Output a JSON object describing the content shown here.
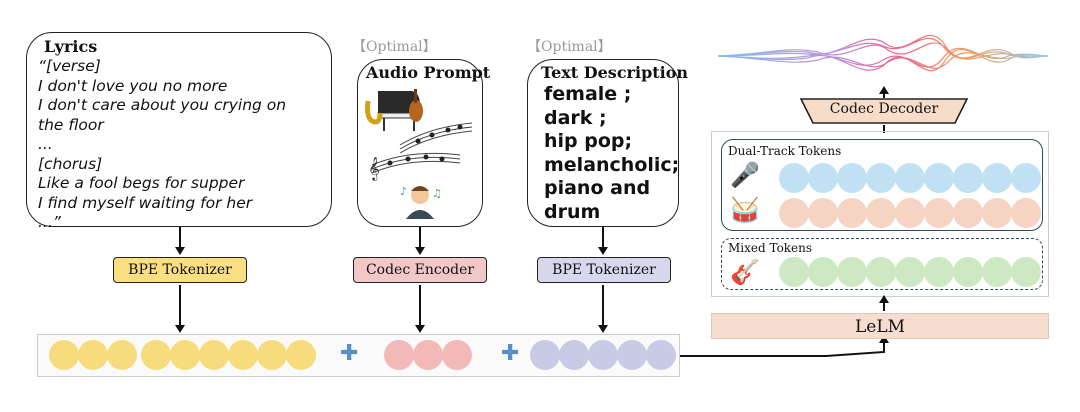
{
  "lyrics": {
    "title": "Lyrics",
    "lines": [
      "“[verse]",
      "I don't love you no more",
      "I don't care about you crying on",
      "the floor",
      "...",
      "[chorus]",
      "Like a fool begs for supper",
      "I find myself waiting for her",
      "...”"
    ]
  },
  "audio_prompt": {
    "optional_label": "【Optimal】",
    "title": "Audio Prompt"
  },
  "text_description": {
    "optional_label": "【Optimal】",
    "title": "Text Description",
    "lines": [
      "female ;",
      "dark ;",
      "hip pop;",
      "melancholic;",
      "piano and",
      "drum"
    ]
  },
  "tokenizers": {
    "lyrics": "BPE Tokenizer",
    "audio": "Codec Encoder",
    "text": "BPE Tokenizer"
  },
  "right_panel": {
    "decoder": "Codec Decoder",
    "dual_track_label": "Dual-Track Tokens",
    "mixed_label": "Mixed Tokens",
    "model": "LeLM"
  },
  "colors": {
    "yellow": "#f7dc7e",
    "pink": "#f3b8b8",
    "lavender": "#c9cbe6",
    "blue_token": "#bfe1f3",
    "salmon_token": "#f6d4c4",
    "green_token": "#cde9c4",
    "tok_yellow": "#f9df82",
    "tok_pink": "#f2c7c7",
    "tok_lavender": "#d7d8ee",
    "decoder_bg": "#f6ddc9",
    "lelm_bg": "#f6ddd0"
  },
  "counts": {
    "yellow_tokens": 9,
    "pink_tokens": 3,
    "lavender_tokens": 5,
    "track_tokens": 9
  }
}
